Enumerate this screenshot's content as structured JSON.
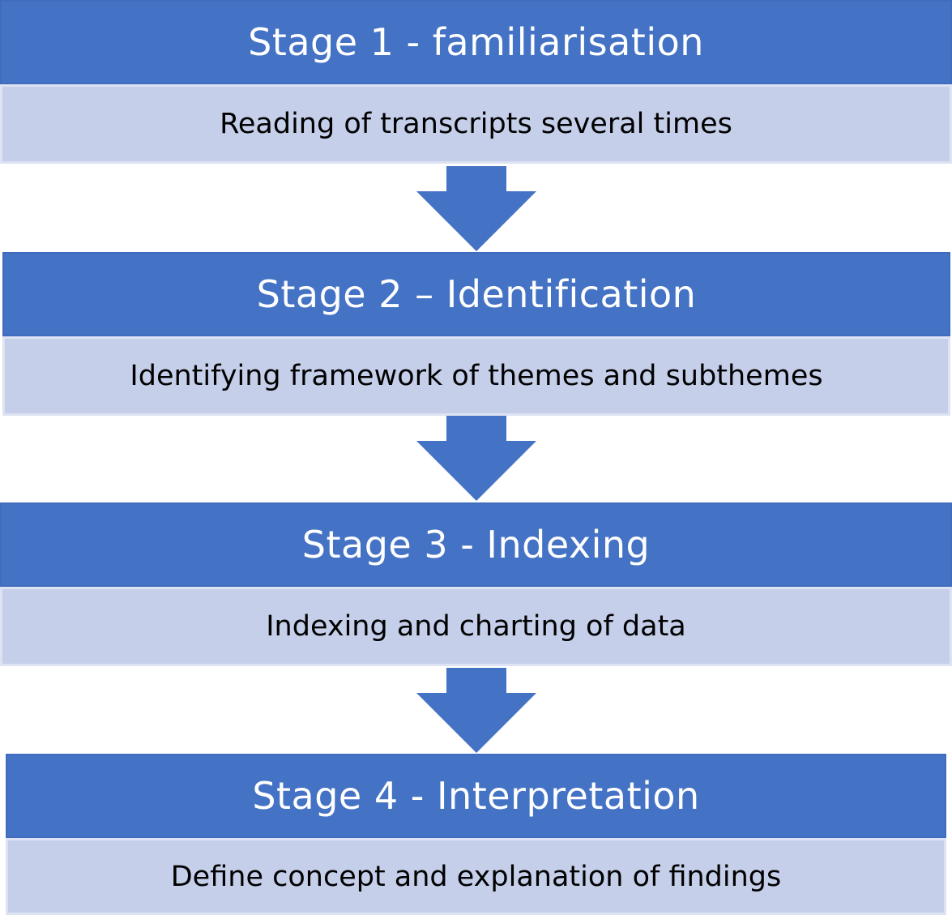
{
  "stages": [
    {
      "title": "Stage 1 - familiarisation",
      "description": "Reading of transcripts several times"
    },
    {
      "title": "Stage 2 – Identification",
      "description": "Identifying framework of themes and subthemes"
    },
    {
      "title": "Stage 3 - Indexing",
      "description": "Indexing and charting of data"
    },
    {
      "title": "Stage 4 - Interpretation",
      "description": "Define concept and explanation of findings"
    }
  ],
  "colors": {
    "header": "#4472c4",
    "body": "#c5cfea",
    "arrow": "#4472c4"
  }
}
